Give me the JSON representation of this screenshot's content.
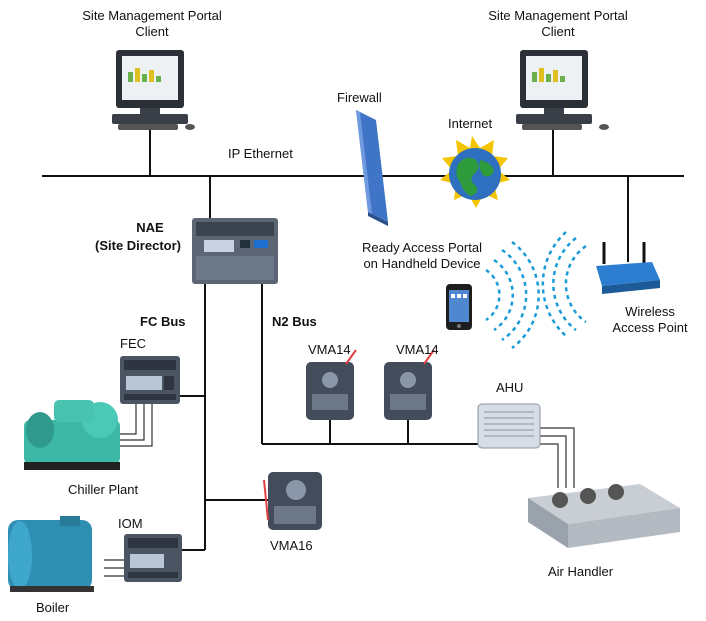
{
  "labels": {
    "client_left_1": "Site Management Portal",
    "client_left_2": "Client",
    "client_right_1": "Site Management Portal",
    "client_right_2": "Client",
    "firewall": "Firewall",
    "internet": "Internet",
    "ip_ethernet": "IP Ethernet",
    "nae_1": "NAE",
    "nae_2": "(Site Director)",
    "ready_1": "Ready Access Portal",
    "ready_2": "on Handheld Device",
    "wireless_1": "Wireless",
    "wireless_2": "Access Point",
    "fc_bus": "FC Bus",
    "n2_bus": "N2 Bus",
    "fec": "FEC",
    "vma14_a": "VMA14",
    "vma14_b": "VMA14",
    "ahu": "AHU",
    "chiller": "Chiller Plant",
    "vma16": "VMA16",
    "iom": "IOM",
    "air_handler": "Air Handler",
    "boiler": "Boiler"
  },
  "colors": {
    "line": "#111111",
    "firewall": "#3f74c6",
    "sun": "#f5c400",
    "globe": "#2f6fbf",
    "wifi": "#1a9bd7",
    "device": "#4a5462",
    "chiller": "#3db8a6",
    "boiler": "#2f8fb3"
  }
}
